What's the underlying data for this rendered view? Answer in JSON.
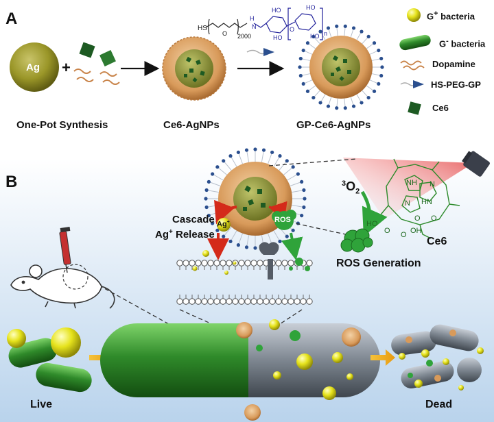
{
  "panels": {
    "a": "A",
    "b": "B"
  },
  "section_a": {
    "ag_core": "Ag",
    "plus": "+",
    "step1": "One-Pot Synthesis",
    "step2": "Ce6-AgNPs",
    "step3": "GP-Ce6-AgNPs",
    "polymer": {
      "thiol": "HS",
      "peg_n": "2000",
      "amine": "H",
      "nitrogen": "N",
      "oxygen": "O",
      "hydroxyl": "HO",
      "repeat_n": "n"
    }
  },
  "legend": [
    {
      "label_main": "G",
      "label_sup": "+",
      "label_rest": " bacteria",
      "icon": "gram-positive-bacterium-icon"
    },
    {
      "label_main": "G",
      "label_sup": "-",
      "label_rest": " bacteria",
      "icon": "gram-negative-bacterium-icon"
    },
    {
      "label_main": "Dopamine",
      "label_sup": "",
      "label_rest": "",
      "icon": "dopamine-strand-icon"
    },
    {
      "label_main": "HS-PEG-GP",
      "label_sup": "",
      "label_rest": "",
      "icon": "peg-gp-ligand-icon"
    },
    {
      "label_main": "Ce6",
      "label_sup": "",
      "label_rest": "",
      "icon": "ce6-square-icon"
    }
  ],
  "section_b": {
    "cascade_l1": "Cascade",
    "cascade_l2a": "Ag",
    "cascade_sup": "+",
    "cascade_l2b": " Release",
    "ag_ion": "Ag",
    "ag_ion_sup": "+",
    "ros_bubble": "ROS",
    "oxygen_sup": "3",
    "oxygen": "O",
    "oxygen_sub": "2",
    "ros_generation": "ROS Generation",
    "ce6": "Ce6",
    "ce6_atoms": {
      "nh1": "NH",
      "n1": "N",
      "n2": "N",
      "hn": "HN",
      "oh": "OH",
      "o1": "O",
      "o2": "O",
      "ho": "HO",
      "o3": "O",
      "o4": "O"
    },
    "live": "Live",
    "dead": "Dead"
  },
  "colors": {
    "bg_top": "#ffffff",
    "bg_bottom": "#b9d3ec",
    "ag": "#9a9628",
    "gold_shell": "#d89a5a",
    "ce6_green": "#1d5a22",
    "gneg_green": "#2f8a2a",
    "gpos_yellow": "#e6e31c",
    "ligand_blue": "#2b4f8e",
    "chem_green": "#2c8a2a",
    "arrow_green": "#2fa33a",
    "arrow_red": "#d42a1a",
    "laser_red": "#e44a4a",
    "chem_blue": "#1f1f9a"
  }
}
